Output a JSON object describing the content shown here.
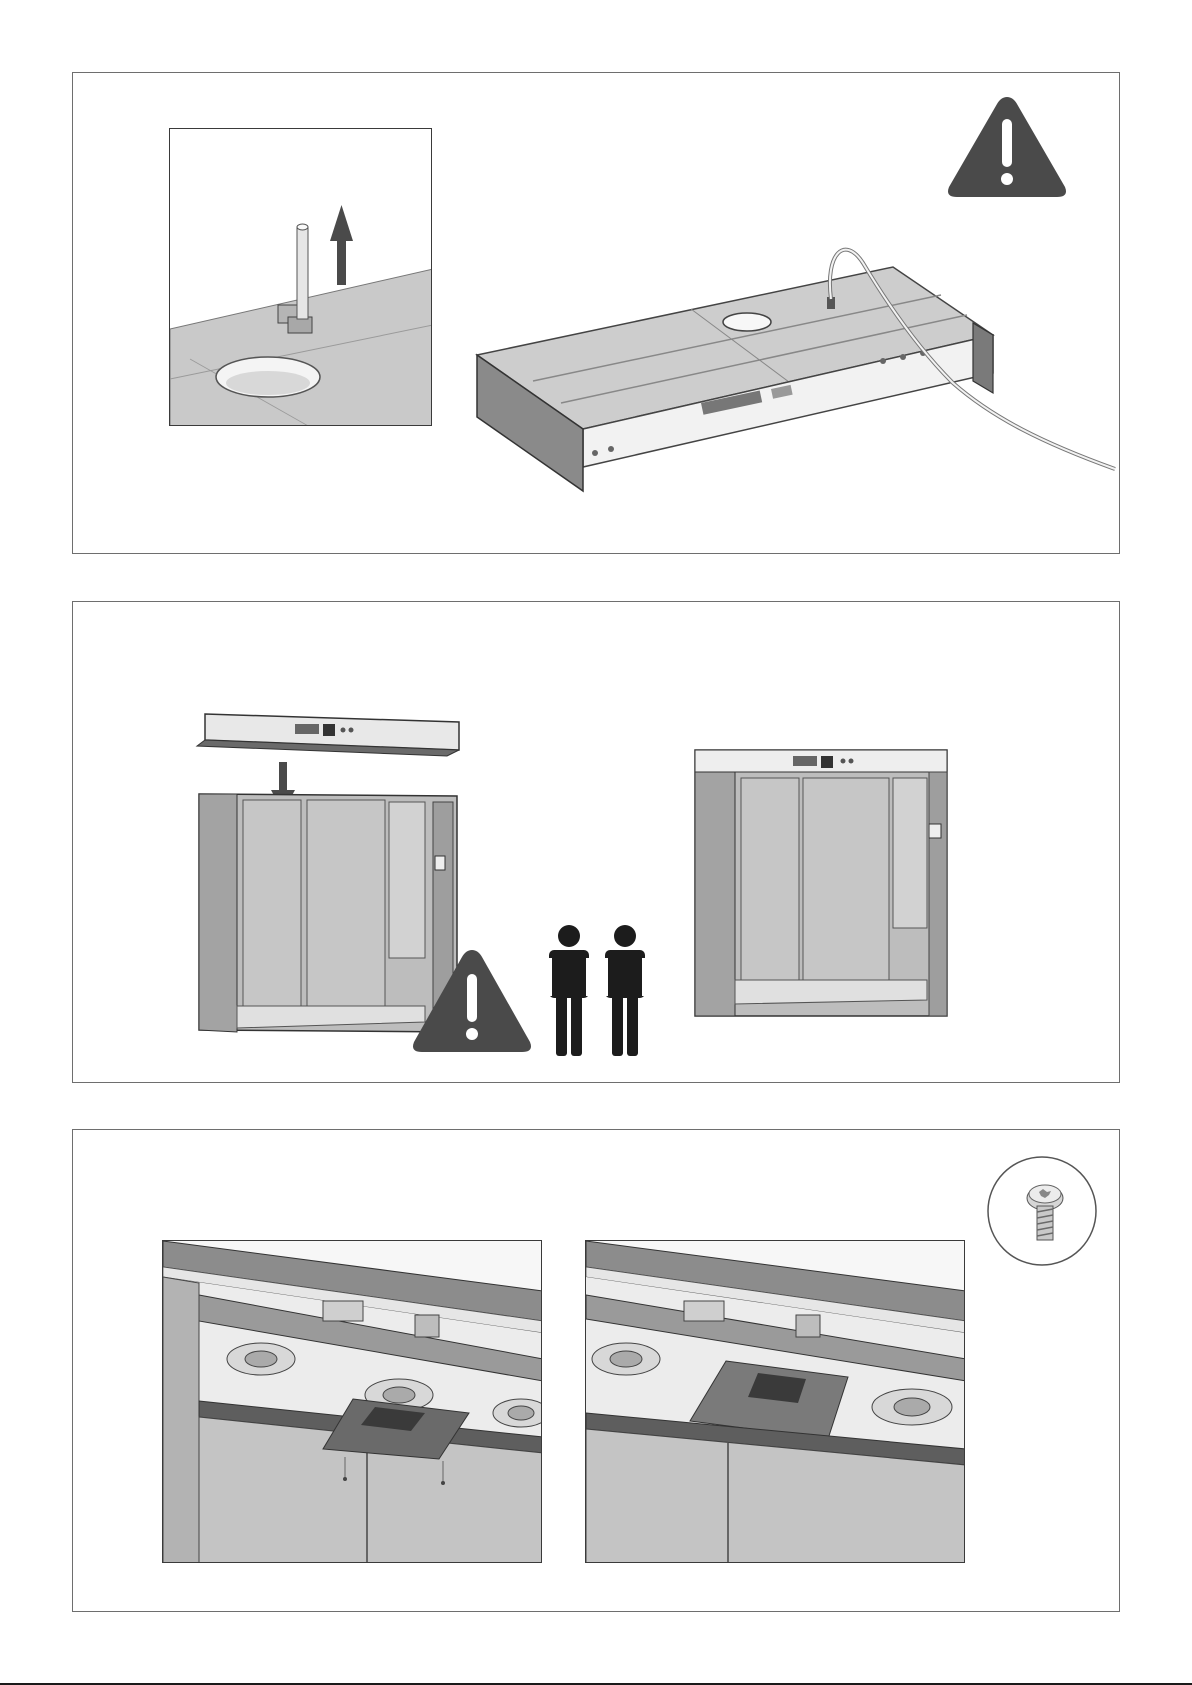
{
  "document": {
    "type": "assembly-instructions",
    "steps": [
      {
        "id": "step-1",
        "icons": [
          "warning-icon"
        ],
        "illustrations": [
          "cable-gland-detail",
          "roof-module-with-cable"
        ],
        "action": "pull-up"
      },
      {
        "id": "step-2",
        "icons": [
          "warning-icon",
          "two-persons-icon"
        ],
        "illustrations": [
          "roof-module-lowered-onto-cabinet",
          "assembled-cabinet"
        ],
        "action": "lower-down"
      },
      {
        "id": "step-3",
        "icons": [
          "torx-screw-icon"
        ],
        "illustrations": [
          "grille-plate-before",
          "grille-plate-mounted"
        ],
        "action": "fasten-screws"
      }
    ]
  },
  "colors": {
    "warning": "#4a4a4a",
    "person": "#1c1c1c",
    "frame": "#3a3a3a",
    "panel_border": "#6e6e6e",
    "metal_light": "#cfcfcf",
    "metal_mid": "#a9a9a9",
    "metal_dark": "#5e5e5e"
  }
}
